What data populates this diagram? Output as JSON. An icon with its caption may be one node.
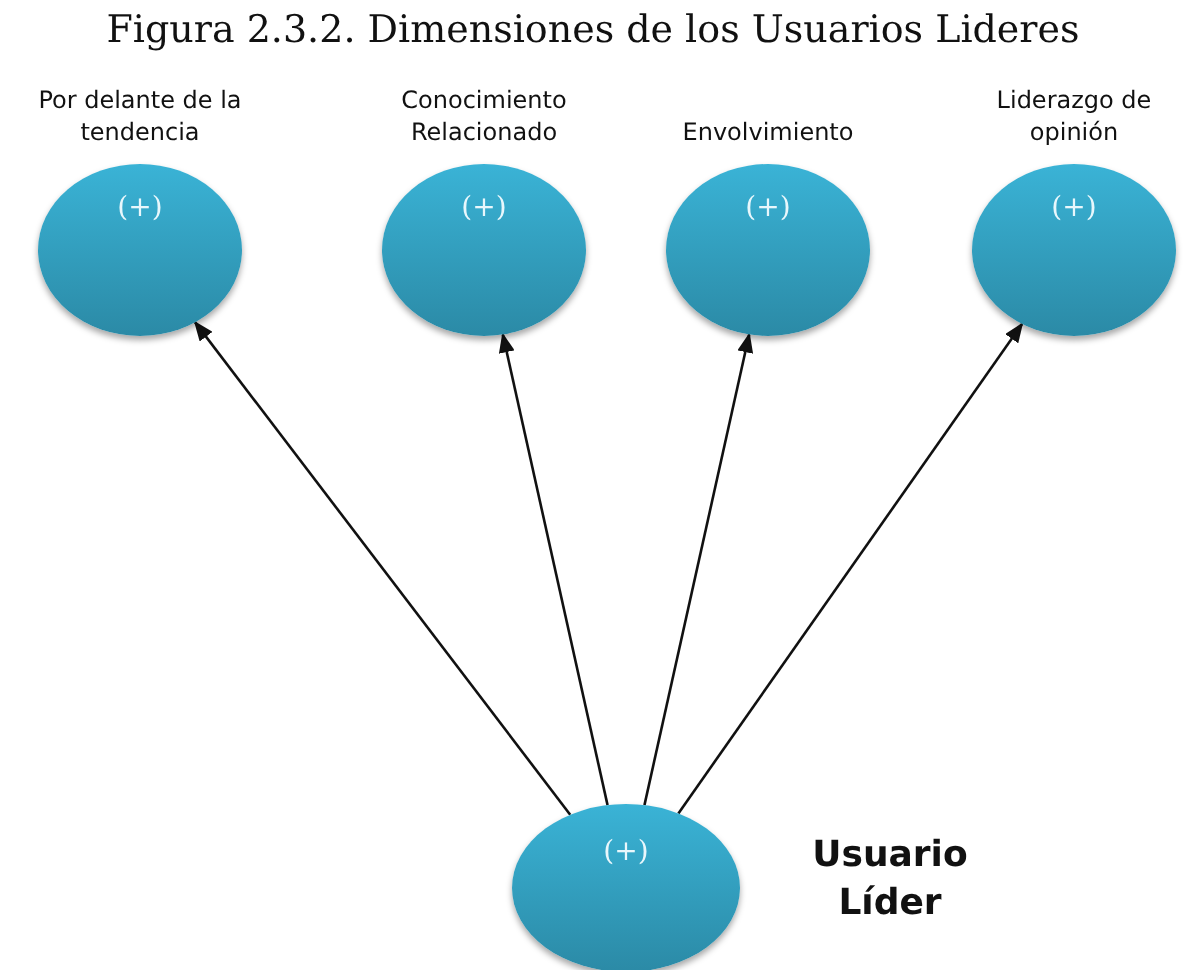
{
  "diagram": {
    "title": "Figura 2.3.2. Dimensiones de los Usuarios Lideres",
    "nodes": [
      {
        "text": [
          "Por delante de la tendencia",
          "(+)"
        ]
      },
      {
        "text": [
          "Conocimiento Relacionado",
          "(+)"
        ]
      },
      {
        "text": [
          "Envolvimiento",
          "(+)"
        ]
      },
      {
        "text": [
          "Liderazgo de opinión",
          "(+)"
        ]
      },
      {
        "text": [
          "(+)"
        ],
        "beside": [
          "Usuario Líder"
        ]
      }
    ],
    "edges": [
      {
        "from": 4,
        "to": 0,
        "arrow": "to"
      },
      {
        "from": 4,
        "to": 1,
        "arrow": "to"
      },
      {
        "from": 4,
        "to": 2,
        "arrow": "to"
      },
      {
        "from": 4,
        "to": 3,
        "arrow": "to"
      }
    ]
  }
}
